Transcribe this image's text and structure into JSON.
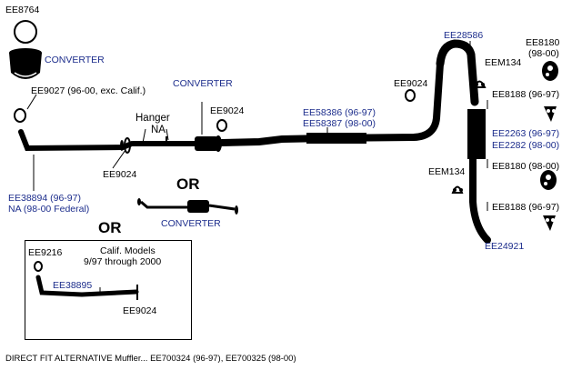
{
  "labels": {
    "ee8764": "EE8764",
    "converter_top": "CONVERTER",
    "ee9027": "EE9027 (96-00, exc. Calif.)",
    "hanger": "Hanger",
    "na": "NA",
    "converter_mid": "CONVERTER",
    "ee9024_mid": "EE9024",
    "ee9024_low": "EE9024",
    "ee38894_a": "EE38894 (96-97)",
    "ee38894_b": "NA (98-00 Federal)",
    "or_1": "OR",
    "converter_alt": "CONVERTER",
    "or_2": "OR",
    "ee58386": "EE58386 (96-97)",
    "ee58387": "EE58387 (98-00)",
    "ee9024_right": "EE9024",
    "ee28586": "EE28586",
    "eem134_top": "EEM134",
    "ee8180_top_a": "EE8180",
    "ee8180_top_b": "(98-00)",
    "ee8188_top": "EE8188 (96-97)",
    "ee2263": "EE2263 (96-97)",
    "ee2282": "EE2282 (98-00)",
    "eem134_low": "EEM134",
    "ee8180_low": "EE8180 (98-00)",
    "ee8188_low": "EE8188 (96-97)",
    "ee24921": "EE24921"
  },
  "calif_box": {
    "title_1": "Calif. Models",
    "title_2": "9/97 through 2000",
    "ee9216": "EE9216",
    "ee38895": "EE38895",
    "ee9024": "EE9024"
  },
  "caption": "DIRECT FIT ALTERNATIVE Muffler... EE700324 (96-97), EE700325 (98-00)"
}
